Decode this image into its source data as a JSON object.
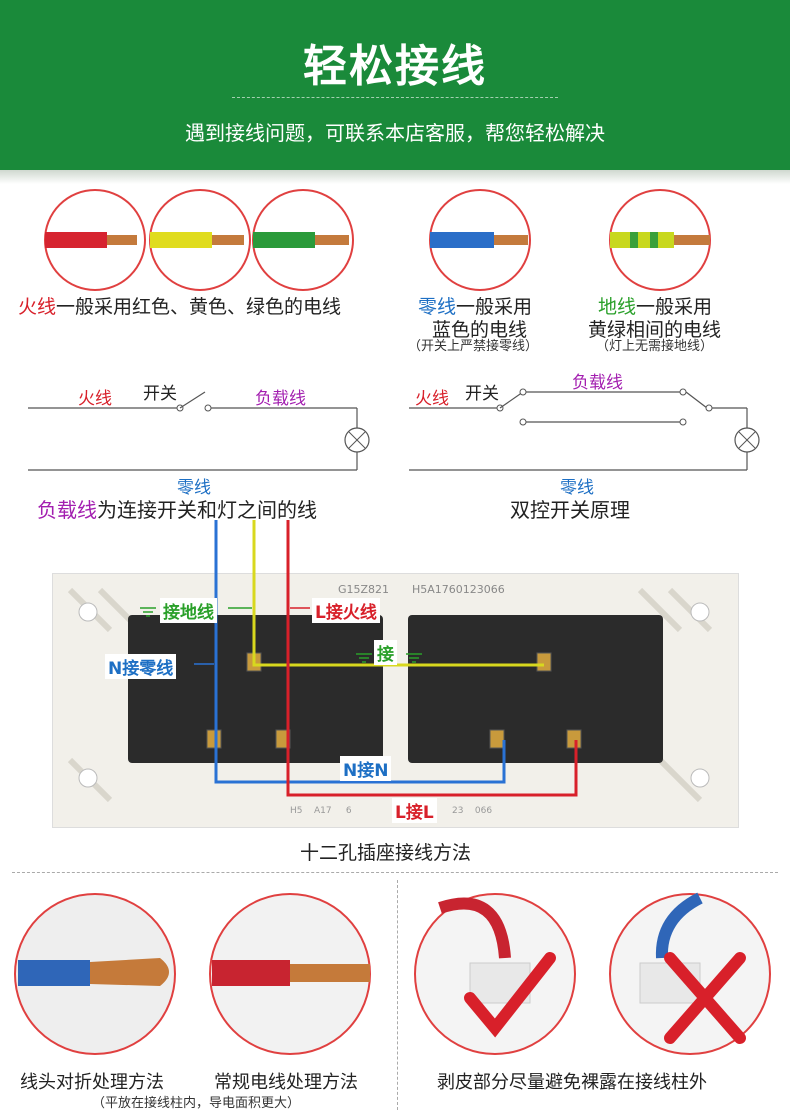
{
  "header": {
    "title": "轻松接线",
    "subtitle": "遇到接线问题，可联系本店客服，帮您轻松解决"
  },
  "wires": {
    "fire": {
      "prefix": "火线",
      "rest": "一般采用红色、黄色、绿色的电线"
    },
    "neutral": {
      "prefix": "零线",
      "rest1": "一般采用",
      "line2": "蓝色的电线",
      "note": "（开关上严禁接零线）"
    },
    "ground": {
      "prefix": "地线",
      "rest1": "一般采用",
      "line2": "黄绿相间的电线",
      "note": "（灯上无需接地线）"
    }
  },
  "circuit_left": {
    "fire": "火线",
    "switch": "开关",
    "load": "负载线",
    "neutral": "零线",
    "caption_prefix": "负载线",
    "caption_rest": "为连接开关和灯之间的线"
  },
  "circuit_right": {
    "fire": "火线",
    "switch": "开关",
    "load": "负载线",
    "neutral": "零线",
    "caption": "双控开关原理"
  },
  "socket": {
    "ground_label": "接地线",
    "fire_label": "L接火线",
    "neutral_label": "N接零线",
    "bridge_label": "接",
    "n_to_n": "N接N",
    "l_to_l": "L接L",
    "print_model": "G15Z821",
    "print_code": "H5A1760123066",
    "print_bottom": [
      "H5",
      "A17",
      "6",
      "23",
      "066"
    ],
    "caption": "十二孔插座接线方法"
  },
  "bottom": {
    "cap1": "线头对折处理方法",
    "note1": "（平放在接线柱内，导电面积更大）",
    "cap2": "常规电线处理方法",
    "cap3": "剥皮部分尽量避免裸露在接线柱外"
  },
  "colors": {
    "header_green": "#1a8a3a",
    "fire_red": "#d8202a",
    "load_purple": "#a31fb0",
    "neutral_blue": "#1d6fc4",
    "ground_green": "#2aa02a",
    "ground_yellow": "#d4d400"
  }
}
